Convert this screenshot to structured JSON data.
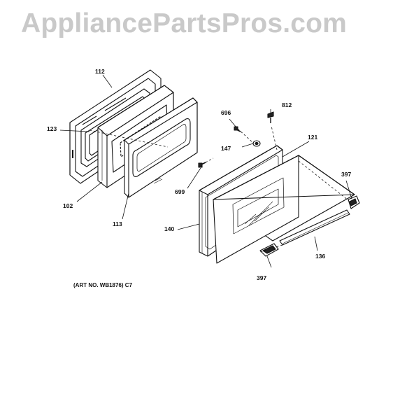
{
  "watermark": "AppliancePartsPros.com",
  "caption": "(ART NO. WB1876) C7",
  "callouts": {
    "p112": "112",
    "p123": "123",
    "p102": "102",
    "p113": "113",
    "p699": "699",
    "p696": "696",
    "p812": "812",
    "p147": "147",
    "p121": "121",
    "p140": "140",
    "p397a": "397",
    "p397b": "397",
    "p136": "136"
  }
}
